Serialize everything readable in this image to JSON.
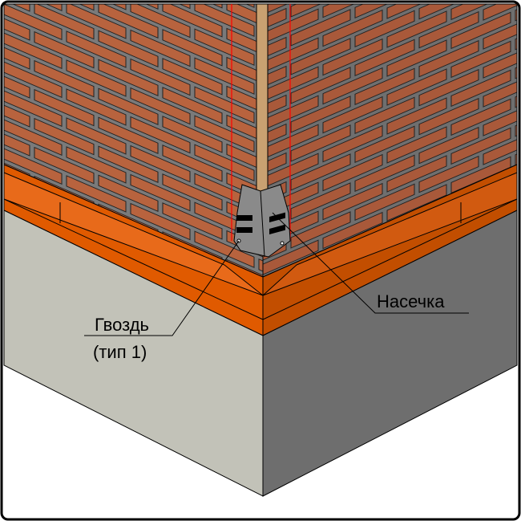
{
  "labels": {
    "nail": "Гвоздь",
    "nail_type": "(тип 1)",
    "notch": "Насечка"
  },
  "colors": {
    "brick": "#b8633e",
    "mortar": "#7a7a7a",
    "ledge_left": "#e05a00",
    "ledge_right": "#c24e00",
    "foundation_left": "#c2c2b8",
    "foundation_right": "#6e6e6e",
    "guide_line": "#ff0000",
    "wood_strip": "#c9a171",
    "corner_piece": "#8a8a8a"
  }
}
